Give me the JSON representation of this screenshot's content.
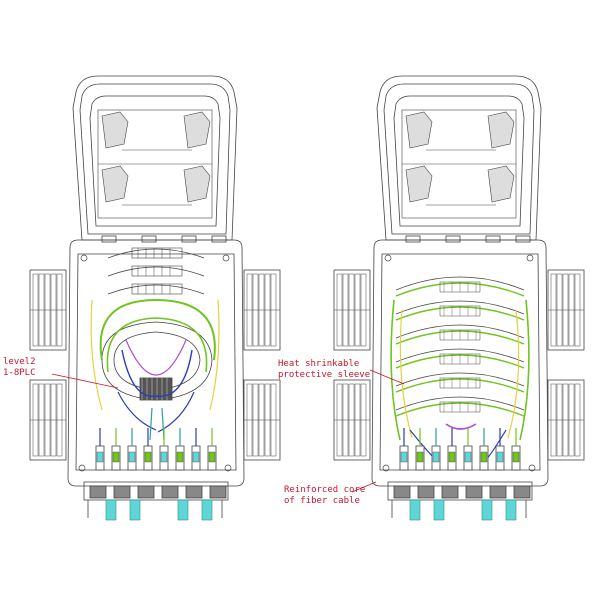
{
  "labels": {
    "plc_line1": "level2",
    "plc_line2": "1-8PLC",
    "sleeve_line1": "Heat shrinkable",
    "sleeve_line2": "protective sleeve",
    "core_line1": "Reinforced core",
    "core_line2": "of fiber cable"
  },
  "colors": {
    "label_text": "#c8142c",
    "outline": "#444444",
    "fiber_green": "#6fc41e",
    "fiber_blue": "#2a3cb8",
    "fiber_yellow": "#e6d23a",
    "fiber_purple": "#b04ad6",
    "fiber_teal": "#2f9c9c",
    "adapter_cyan": "#5fd6d6",
    "shadow_fill": "#dddddd"
  },
  "icons": {
    "left_box": "fiber-distribution-box-plc-icon",
    "right_box": "fiber-distribution-box-splice-icon"
  }
}
